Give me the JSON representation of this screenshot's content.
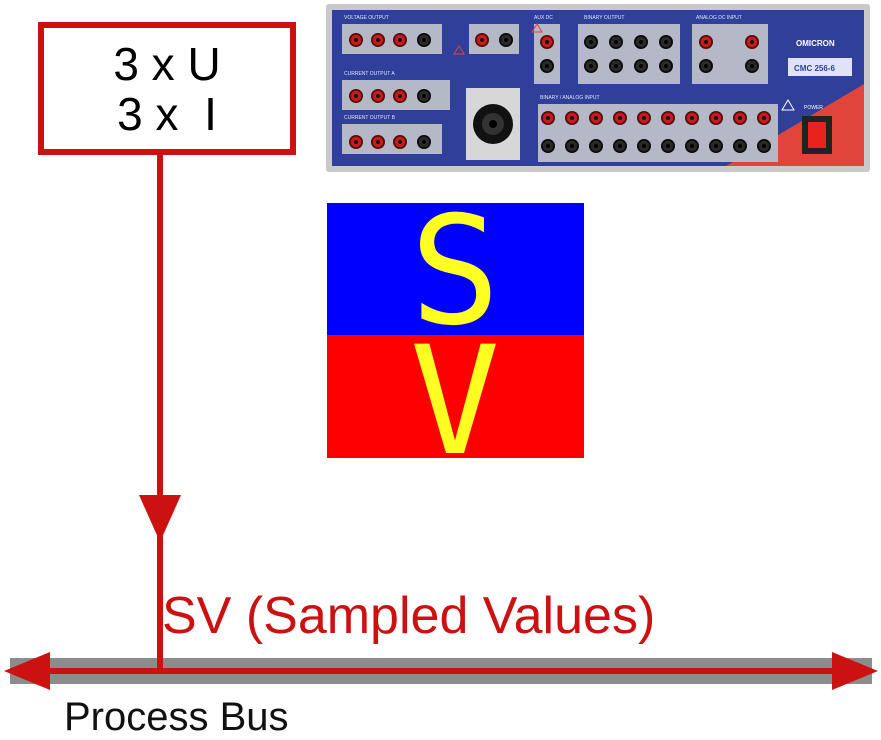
{
  "signal_box": {
    "line1": "3 x U",
    "line2": "3 x  I"
  },
  "device": {
    "brand": "OMICRON",
    "model": "CMC 256-6",
    "voltage_output_label": "VOLTAGE OUTPUT",
    "current_output_a_label": "CURRENT OUTPUT A",
    "current_output_b_label": "CURRENT OUTPUT B",
    "aux_dc_label": "AUX DC",
    "binary_output_label": "BINARY OUTPUT",
    "analog_dc_input_label": "ANALOG DC INPUT",
    "binary_analog_input_label": "BINARY / ANALOG INPUT",
    "power_label": "POWER"
  },
  "sv_logo": {
    "top_letter": "S",
    "bottom_letter": "V"
  },
  "sv_label": "SV (Sampled Values)",
  "bus_label": "Process Bus",
  "colors": {
    "accent_red": "#cc1111",
    "bus_gray": "#8c8c8c",
    "panel_blue": "#2f3f9a",
    "logo_blue": "#0000ff",
    "logo_red": "#ff0000",
    "logo_yellow": "#ffff22"
  }
}
